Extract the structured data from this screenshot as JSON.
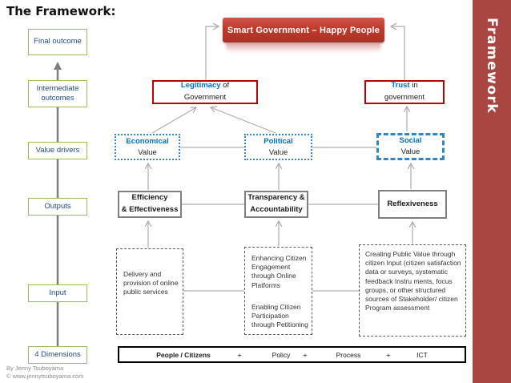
{
  "slide": {
    "title": "The Framework:",
    "credit": {
      "line1": "By Jenny Tsuboyama",
      "line2": "© www.jennytsuboyama.com"
    }
  },
  "sidebar": {
    "label": "Framework"
  },
  "banner": {
    "label": "Smart Government – Happy People"
  },
  "ladder": {
    "items": [
      {
        "label": "Final outcome"
      },
      {
        "label": "Intermediate outcomes"
      },
      {
        "label": "Value drivers"
      },
      {
        "label": "Outputs"
      },
      {
        "label": "Input"
      },
      {
        "label": "4 Dimensions"
      }
    ]
  },
  "outcomes": {
    "legitimacy": {
      "highlight": "Legitimacy",
      "suffix": "of",
      "line2": "Government"
    },
    "trust": {
      "highlight": "Trust",
      "suffix": "in",
      "line2": "government"
    }
  },
  "values": [
    {
      "name": "Economical",
      "label": "Value"
    },
    {
      "name": "Political",
      "label": "Value"
    },
    {
      "name": "Social",
      "label": "Value"
    }
  ],
  "drivers": [
    {
      "line1": "Efficiency",
      "line2": "& Effectiveness"
    },
    {
      "line1": "Transparency &",
      "line2": "Accountability"
    },
    {
      "line1": "Reflexiveness",
      "line2": ""
    }
  ],
  "activities": {
    "delivery": "Delivery and provision of online public services",
    "engagement_para1": "Enhancing Citizen Engagement through Online Platforms",
    "engagement_para2": "Enabling Citizen Participation through Petitioning",
    "public_value": "Creating Public Value through citizen Input (citizen satisfaction data or surveys, systematic feedback Instru ments, focus groups, or other structured sources of Stakeholder/ citizen Program assessment"
  },
  "dimensions_bar": {
    "items": [
      "People / Citizens",
      "+",
      "Policy",
      "+",
      "Process",
      "+",
      "ICT"
    ]
  },
  "colors": {
    "accent_blue": "#0070C0",
    "outcome_border_red": "#C00000",
    "ladder_border_green": "#9BBB59",
    "banner_red": "#C0392B",
    "sidebar_red": "#A94642"
  }
}
